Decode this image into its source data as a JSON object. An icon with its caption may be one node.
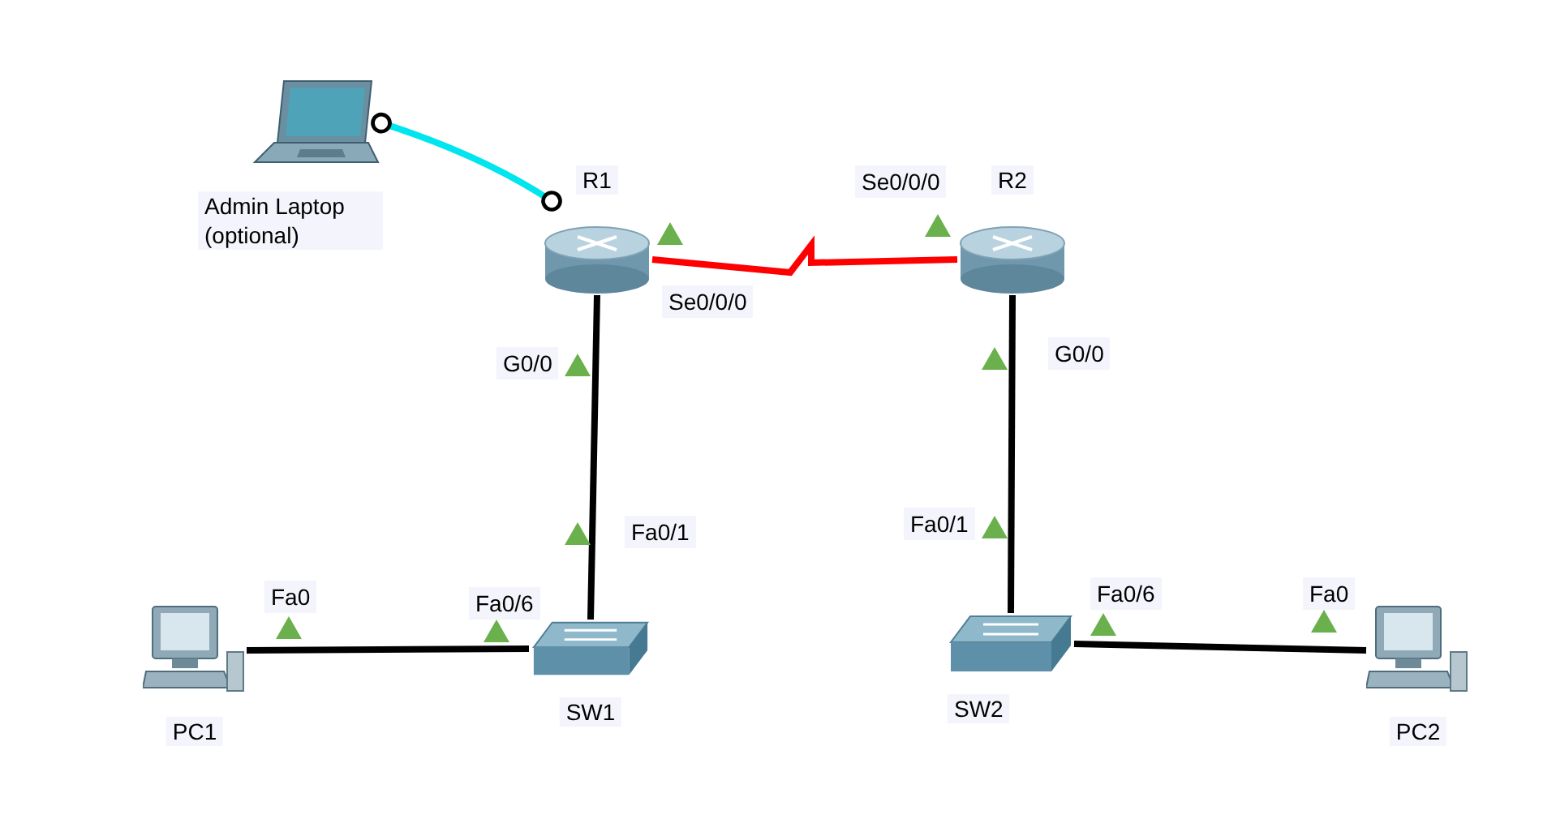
{
  "diagram": {
    "nodes": [
      {
        "text": [
          "Admin Laptop (optional)"
        ]
      },
      {
        "text": [
          "R1"
        ],
        "beside": [
          "Se0/0/0",
          "G0/0"
        ]
      },
      {
        "text": [
          "R2"
        ],
        "beside": [
          "Se0/0/0",
          "G0/0"
        ]
      },
      {
        "text": [
          "SW1"
        ],
        "beside": [
          "Fa0/1",
          "Fa0/6"
        ]
      },
      {
        "text": [
          "SW2"
        ],
        "beside": [
          "Fa0/1",
          "Fa0/6"
        ]
      },
      {
        "text": [
          "PC1"
        ],
        "beside": [
          "Fa0"
        ]
      },
      {
        "text": [
          "PC2"
        ],
        "beside": [
          "Fa0"
        ]
      }
    ],
    "edges": [
      {
        "from": 0,
        "to": 1,
        "arrow": "other",
        "color": "#00e5ee"
      },
      {
        "from": 1,
        "to": 2,
        "arrow": "none",
        "color": "#ff0000"
      },
      {
        "from": 1,
        "to": 3,
        "arrow": "none"
      },
      {
        "from": 2,
        "to": 4,
        "arrow": "none"
      },
      {
        "from": 5,
        "to": 3,
        "arrow": "none"
      },
      {
        "from": 4,
        "to": 6,
        "arrow": "none"
      }
    ]
  }
}
